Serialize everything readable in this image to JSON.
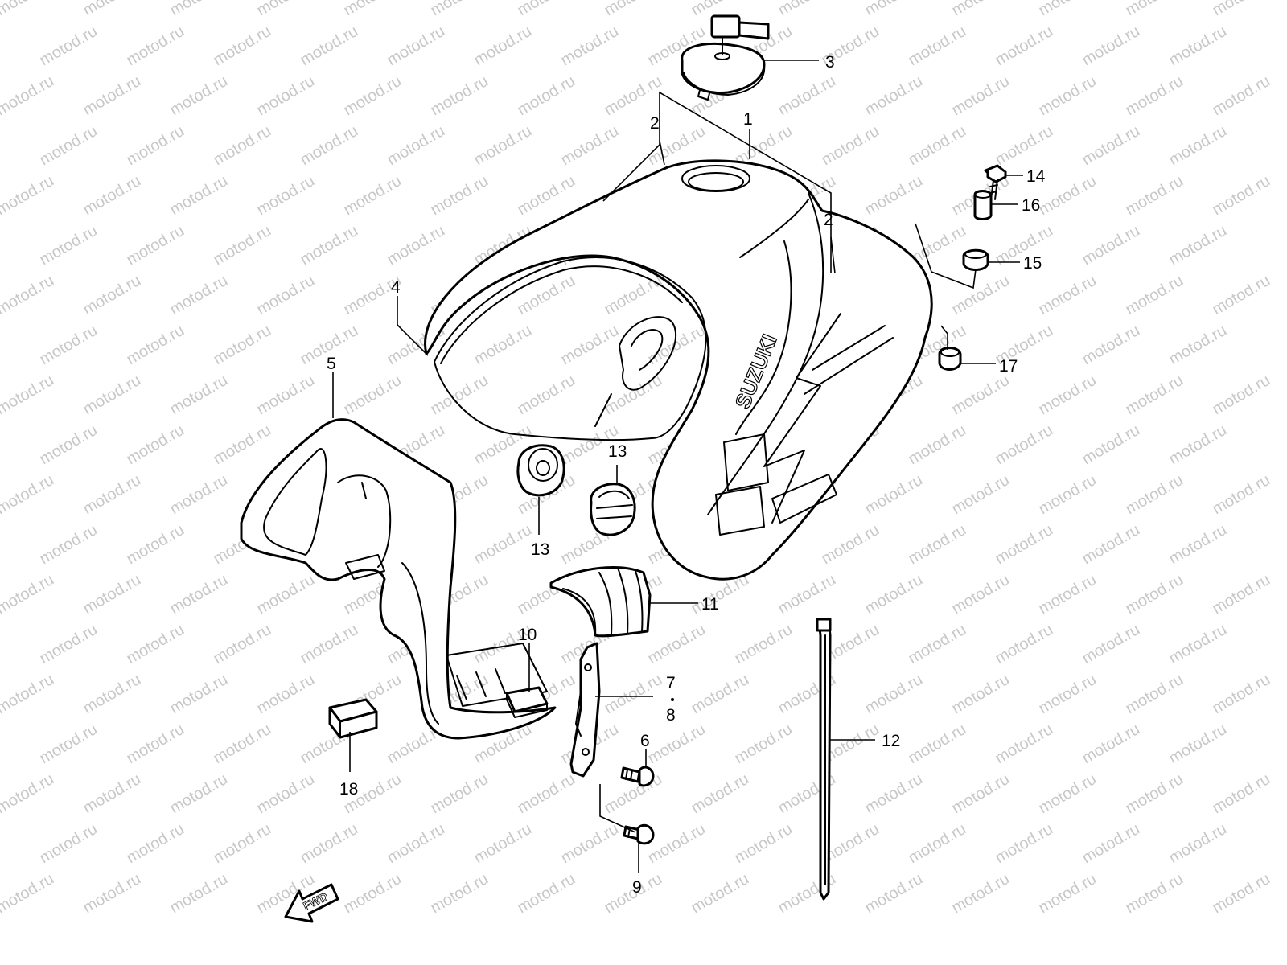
{
  "watermark": "motod.ru",
  "brand_text": "SUZUKI",
  "direction_label": "FWD",
  "callouts": [
    {
      "id": "c1",
      "number": "1"
    },
    {
      "id": "c2a",
      "number": "2"
    },
    {
      "id": "c2b",
      "number": "2"
    },
    {
      "id": "c3",
      "number": "3"
    },
    {
      "id": "c4",
      "number": "4"
    },
    {
      "id": "c5",
      "number": "5"
    },
    {
      "id": "c6",
      "number": "6"
    },
    {
      "id": "c7",
      "number": "7"
    },
    {
      "id": "c8",
      "number": "8"
    },
    {
      "id": "c9",
      "number": "9"
    },
    {
      "id": "c10",
      "number": "10"
    },
    {
      "id": "c11",
      "number": "11"
    },
    {
      "id": "c12",
      "number": "12"
    },
    {
      "id": "c13a",
      "number": "13"
    },
    {
      "id": "c13b",
      "number": "13"
    },
    {
      "id": "c14",
      "number": "14"
    },
    {
      "id": "c15",
      "number": "15"
    },
    {
      "id": "c16",
      "number": "16"
    },
    {
      "id": "c17",
      "number": "17"
    },
    {
      "id": "c18",
      "number": "18"
    }
  ]
}
